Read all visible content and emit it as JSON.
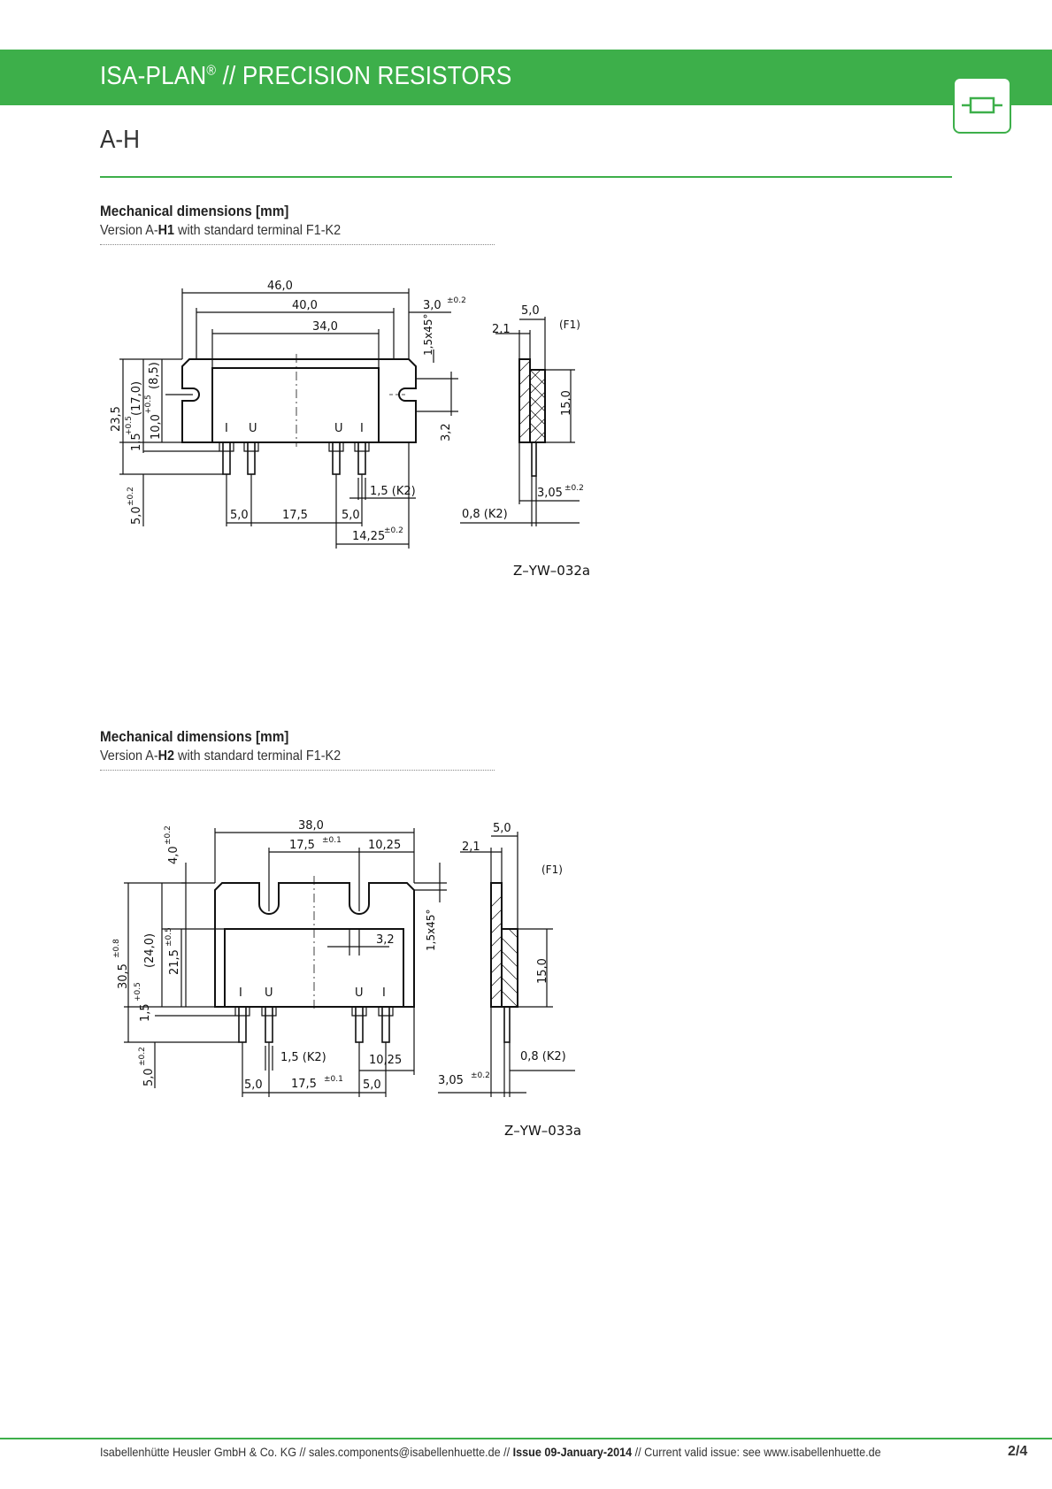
{
  "header": {
    "title": "ISA-PLAN",
    "title_reg": "®",
    "title_rest": " // PRECISION RESISTORS",
    "logo_icon": "resistor-icon",
    "brand_color": "#3daf4a"
  },
  "subtitle": "A-H",
  "section1": {
    "title": "Mechanical dimensions [mm]",
    "version_prefix": "Version A-",
    "version_bold": "H1",
    "version_suffix": " with standard terminal F1-K2",
    "drawing_id": "Z–YW–032a",
    "dims": {
      "d46": "46,0",
      "d40": "40,0",
      "d34": "34,0",
      "d3": "3,0",
      "d3tol": "±0.2",
      "chamfer": "1,5x45°",
      "d235": "23,5",
      "d17": "(17,0)",
      "d85": "(8,5)",
      "d10": "10,0",
      "d10tol": "+0.5",
      "d15": "1,5",
      "d15tol": "+0.5",
      "d5": "5,0",
      "d5tol": "±0.2",
      "d32": "3,2",
      "b5a": "5,0",
      "b175": "17,5",
      "b5b": "5,0",
      "b15k2": "1,5 (K2)",
      "b1425": "14,25",
      "b1425tol": "±0.2",
      "s5": "5,0",
      "s21": "2,1",
      "sF1": "(F1)",
      "s15": "15,0",
      "s305": "3,05",
      "s305tol": "±0.2",
      "s08": "0,8 (K2)",
      "pin_i": "I",
      "pin_u": "U"
    }
  },
  "section2": {
    "title": "Mechanical dimensions [mm]",
    "version_prefix": "Version A-",
    "version_bold": "H2",
    "version_suffix": " with standard terminal F1-K2",
    "drawing_id": "Z–YW–033a",
    "dims": {
      "d38": "38,0",
      "d175": "17,5",
      "d175tol": "±0.1",
      "d1025": "10,25",
      "d4": "4,0",
      "d4tol": "±0.2",
      "chamfer": "1,5x45°",
      "d305": "30,5",
      "d305tol": "±0.8",
      "d24": "(24,0)",
      "d215": "21,5",
      "d215tol": "±0.5",
      "d15": "1,5",
      "d15tol": "+0.5",
      "d5": "5,0",
      "d5tol": "±0.2",
      "d32": "3,2",
      "b15k2": "1,5 (K2)",
      "b1025": "10,25",
      "b5a": "5,0",
      "b175": "17,5",
      "b175tol": "±0.1",
      "b5b": "5,0",
      "s5": "5,0",
      "s21": "2,1",
      "sF1": "(F1)",
      "s15": "15,0",
      "s305": "3,05",
      "s305tol": "±0.2",
      "s08": "0,8 (K2)",
      "pin_i": "I",
      "pin_u": "U"
    }
  },
  "footer": {
    "company": "Isabellenhütte Heusler GmbH & Co. KG // sales.components@isabellenhuette.de // ",
    "issue": "Issue 09-January-2014",
    "rest": " // Current valid issue: see www.isabellenhuette.de",
    "page": "2/4"
  }
}
